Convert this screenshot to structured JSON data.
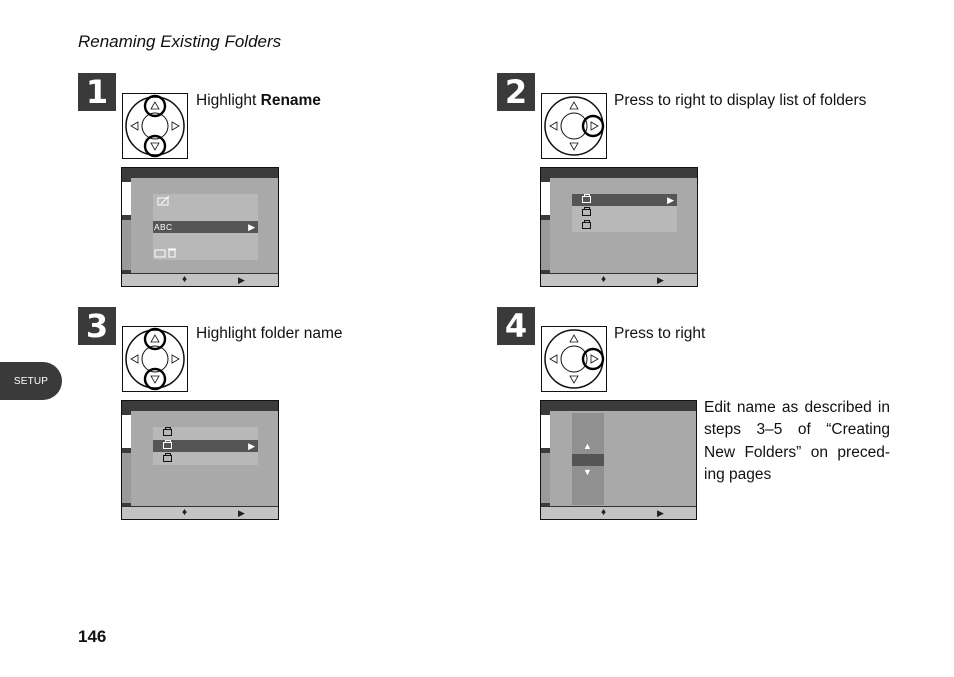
{
  "page": {
    "section_title": "Renaming Existing Folders",
    "page_number": "146",
    "side_tab": "SETUP"
  },
  "steps": [
    {
      "number": "1",
      "instruction_prefix": "Highlight ",
      "instruction_bold": "Rename",
      "pad_highlight": "up-down"
    },
    {
      "number": "2",
      "instruction": "Press to right to display list of folders",
      "pad_highlight": "right"
    },
    {
      "number": "3",
      "instruction": "Highlight folder name",
      "pad_highlight": "up-down"
    },
    {
      "number": "4",
      "instruction": "Press to right",
      "pad_highlight": "right",
      "note": "Edit name as described in steps 3–5 of “Creating New Folders” on preced-ing pages"
    }
  ],
  "screen1": {
    "selected_label": "ABC"
  },
  "icons": {
    "up_down_indicator": "up-down-arrow-icon",
    "right_indicator": "right-arrow-icon"
  }
}
